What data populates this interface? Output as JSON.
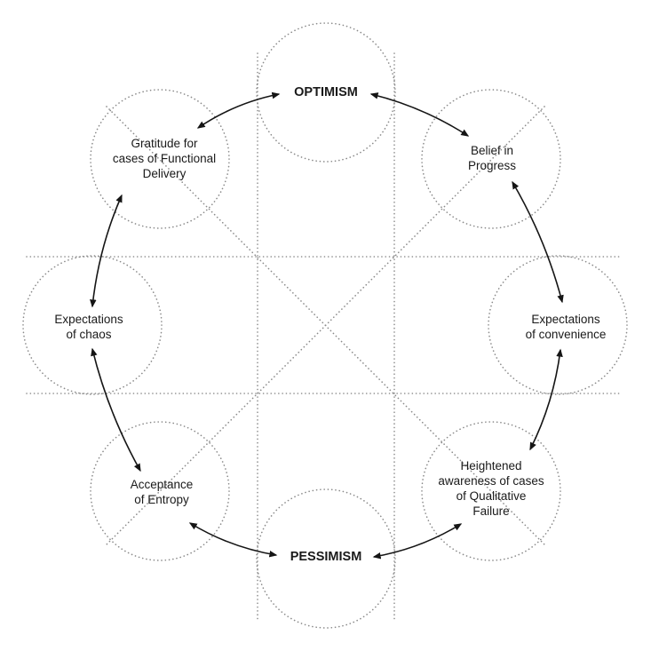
{
  "diagram": {
    "nodes": [
      {
        "id": "optimism",
        "lines": [
          "OPTIMISM"
        ],
        "bold": true
      },
      {
        "id": "belief-in-progress",
        "lines": [
          "Belief in",
          "Progress"
        ],
        "bold": false
      },
      {
        "id": "expectations-of-convenience",
        "lines": [
          "Expectations",
          "of convenience"
        ],
        "bold": false
      },
      {
        "id": "heightened-awareness",
        "lines": [
          "Heightened",
          "awareness of cases",
          "of Qualitative",
          "Failure"
        ],
        "bold": false
      },
      {
        "id": "pessimism",
        "lines": [
          "PESSIMISM"
        ],
        "bold": true
      },
      {
        "id": "acceptance-of-entropy",
        "lines": [
          "Acceptance",
          "of Entropy"
        ],
        "bold": false
      },
      {
        "id": "expectations-of-chaos",
        "lines": [
          "Expectations",
          "of chaos"
        ],
        "bold": false
      },
      {
        "id": "gratitude",
        "lines": [
          "Gratitude for",
          "cases of Functional",
          "Delivery"
        ],
        "bold": false
      }
    ],
    "cycle_links": [
      [
        "optimism",
        "belief-in-progress"
      ],
      [
        "belief-in-progress",
        "expectations-of-convenience"
      ],
      [
        "expectations-of-convenience",
        "heightened-awareness"
      ],
      [
        "heightened-awareness",
        "pessimism"
      ],
      [
        "pessimism",
        "acceptance-of-entropy"
      ],
      [
        "acceptance-of-entropy",
        "expectations-of-chaos"
      ],
      [
        "expectations-of-chaos",
        "gratitude"
      ],
      [
        "gratitude",
        "optimism"
      ]
    ],
    "colors": {
      "arrow": "#151515",
      "guide": "#8a8a8a",
      "text": "#1a1a1a"
    }
  }
}
